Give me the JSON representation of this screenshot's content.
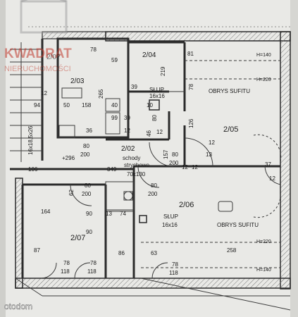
{
  "watermark": {
    "brand_line1": "KWADRAT",
    "brand_line2": "NIERUCHOMOŚCI",
    "site": "otodom",
    "brand_color": "#c0392b"
  },
  "colors": {
    "paper": "#e9e9e6",
    "wall": "#2b2b2b",
    "line": "#3a3a3a",
    "hatch": "#777777"
  },
  "rooms": {
    "r203": "2/03",
    "r204": "2/04",
    "r205": "2/05",
    "r206": "2/06",
    "r207": "2/07",
    "r202": "2/02",
    "r2xx": "2/0?"
  },
  "labels": {
    "slup1": "SŁUP",
    "slup1_dim": "16x16",
    "slup2": "SŁUP",
    "slup2_dim": "16x16",
    "obrys1": "OBRYS SUFITU",
    "obrys2": "OBRYS SUFITU",
    "schody1": "schody",
    "schody2": "strychowe",
    "schody3": "70x130",
    "stair_side": "16x18,5x26",
    "level": "+296",
    "h140a": "H=140",
    "h220a": "H=220",
    "h220b": "H=220",
    "h140b": "H=140"
  },
  "dimensions": {
    "d78a": "78",
    "d59": "59",
    "d81": "81",
    "d219": "219",
    "d78b": "78",
    "d12a": "12",
    "d94": "94",
    "d265": "265",
    "d39": "39",
    "d10": "10",
    "d50": "50",
    "d158": "158",
    "d40": "40",
    "d99": "99",
    "d39b": "39",
    "d80a": "80",
    "d126": "126",
    "d36": "36",
    "d12b": "12",
    "d46": "46",
    "d12c": "12",
    "d80b": "80",
    "d200a": "200",
    "d157": "157",
    "d80c": "80",
    "d200b": "200",
    "d13a": "13",
    "d349": "349",
    "d37": "37",
    "d106": "106",
    "d12d": "12",
    "d12e": "12",
    "d80d": "80",
    "d200c": "200",
    "d80e": "80",
    "d200d": "200",
    "d62": "62",
    "d164": "164",
    "d90a": "90",
    "d13b": "13",
    "d74": "74",
    "d90b": "90",
    "d87": "87",
    "d86": "86",
    "d63": "63",
    "d258": "258",
    "d78c": "78",
    "d118a": "118",
    "d78d": "78",
    "d118b": "118",
    "d78e": "78",
    "d118c": "118",
    "d12f": "12",
    "d12g": "12"
  }
}
